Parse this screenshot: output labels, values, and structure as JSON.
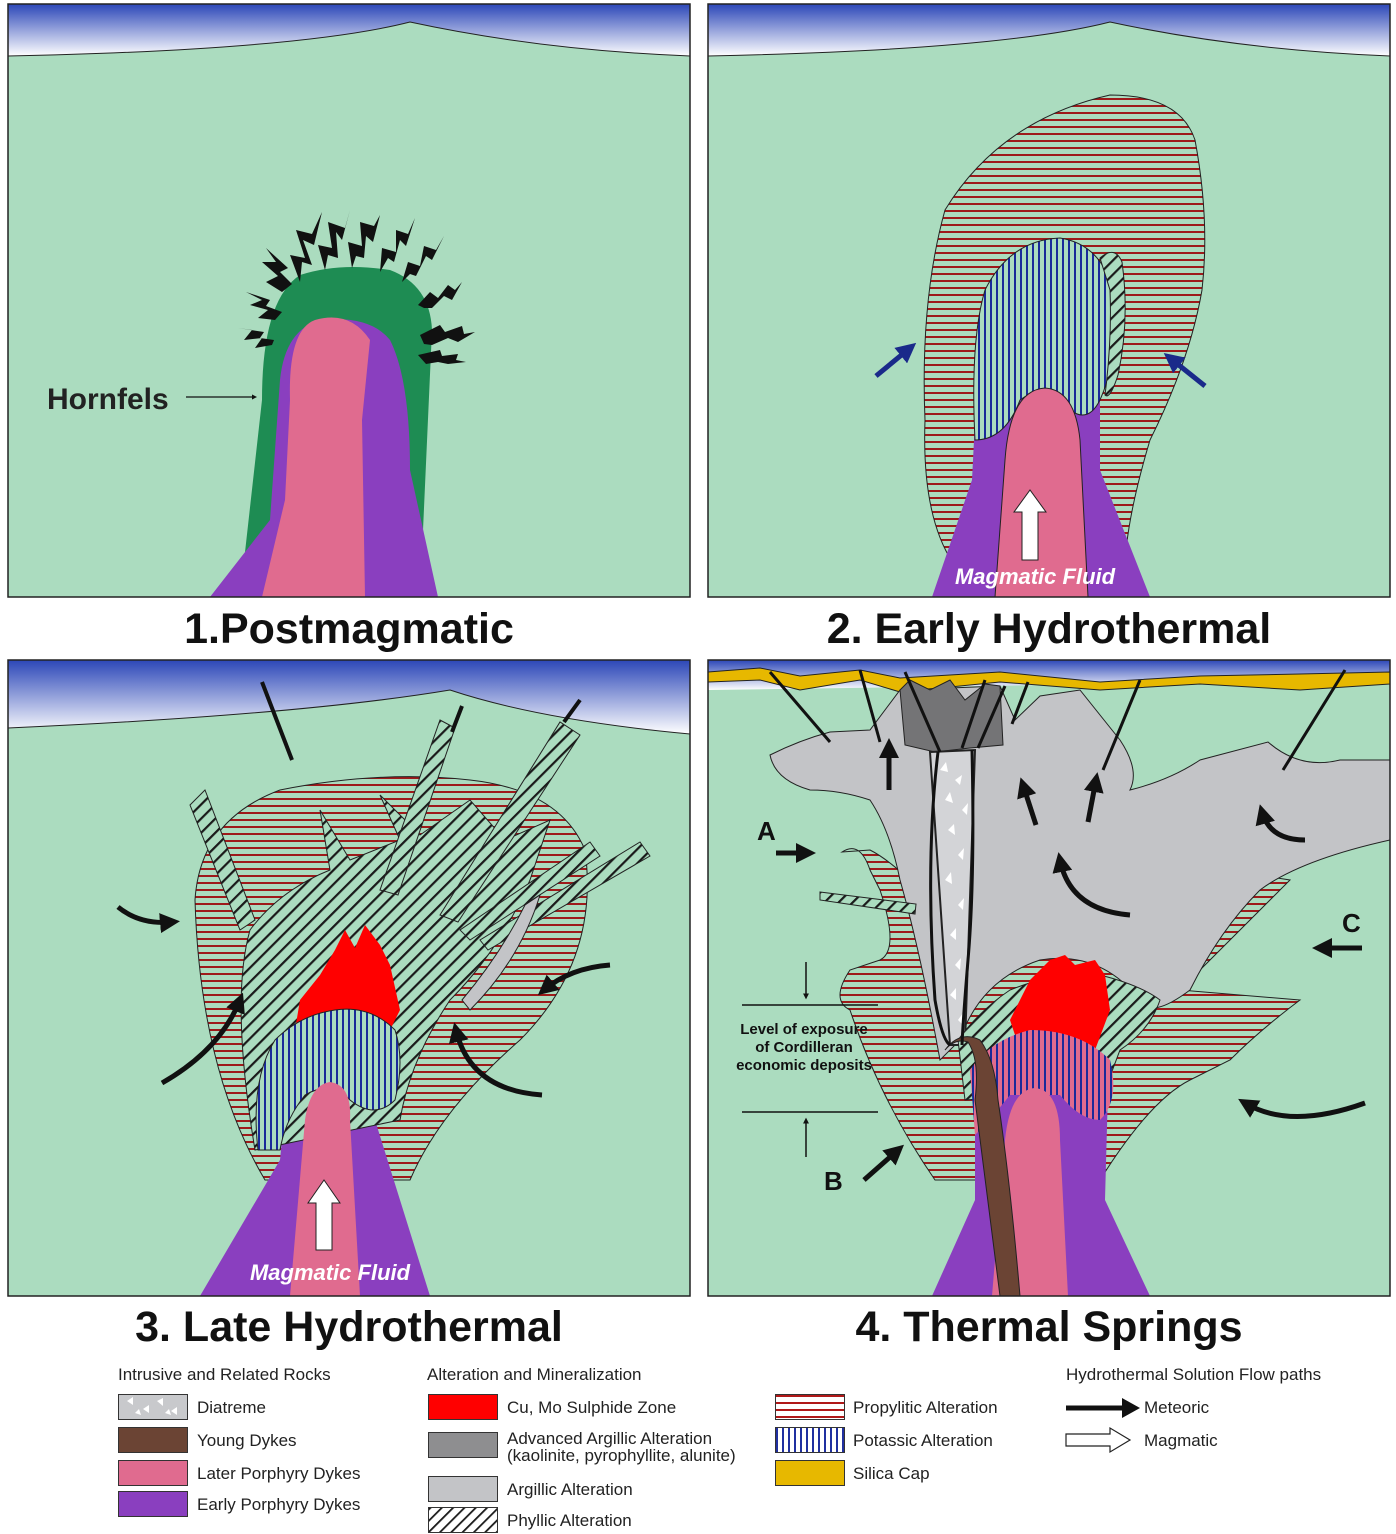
{
  "panels": [
    {
      "title": "1.Postmagmatic"
    },
    {
      "title": "2. Early Hydrothermal"
    },
    {
      "title": "3. Late Hydrothermal"
    },
    {
      "title": "4. Thermal Springs"
    }
  ],
  "labels": {
    "hornfels": "Hornfels",
    "magmatic_fluid": "Magmatic Fluid",
    "exposure_1": "Level of exposure",
    "exposure_2": "of Cordilleran",
    "exposure_3": "economic deposits",
    "a": "A",
    "b": "B",
    "c": "C"
  },
  "legend": {
    "intrusive_title": "Intrusive and Related Rocks",
    "intrusive": [
      {
        "label": "Diatreme",
        "color": "#c8c9cc"
      },
      {
        "label": "Young Dykes",
        "color": "#6b4434"
      },
      {
        "label": "Later Porphyry Dykes",
        "color": "#e06b8f"
      },
      {
        "label": "Early Porphyry Dykes",
        "color": "#8a3fbf"
      }
    ],
    "alteration_title": "Alteration and Mineralization",
    "alteration": [
      {
        "label": "Cu, Mo Sulphide Zone",
        "color": "#ff0000"
      },
      {
        "label": "Advanced Argillic Alteration",
        "label2": "(kaolinite, pyrophyllite, alunite)",
        "color": "#8e8e90"
      },
      {
        "label": "Argillic Alteration",
        "color": "#c3c4c7"
      },
      {
        "label": "Phyllic Alteration",
        "color": "#ffffff"
      }
    ],
    "alteration2": [
      {
        "label": "Propylitic Alteration",
        "color": "#b01818"
      },
      {
        "label": "Potassic Alteration",
        "color": "#2030a0"
      },
      {
        "label": "Silica Cap",
        "color": "#e7b800"
      }
    ],
    "flow_title": "Hydrothermal Solution Flow paths",
    "flow": [
      {
        "label": "Meteoric"
      },
      {
        "label": "Magmatic"
      }
    ]
  },
  "colors": {
    "host": "#abdcbf",
    "sky_top": "#3b55c0",
    "hornfels": "#1e8c53",
    "arrow_blue": "#1a2a8a"
  }
}
